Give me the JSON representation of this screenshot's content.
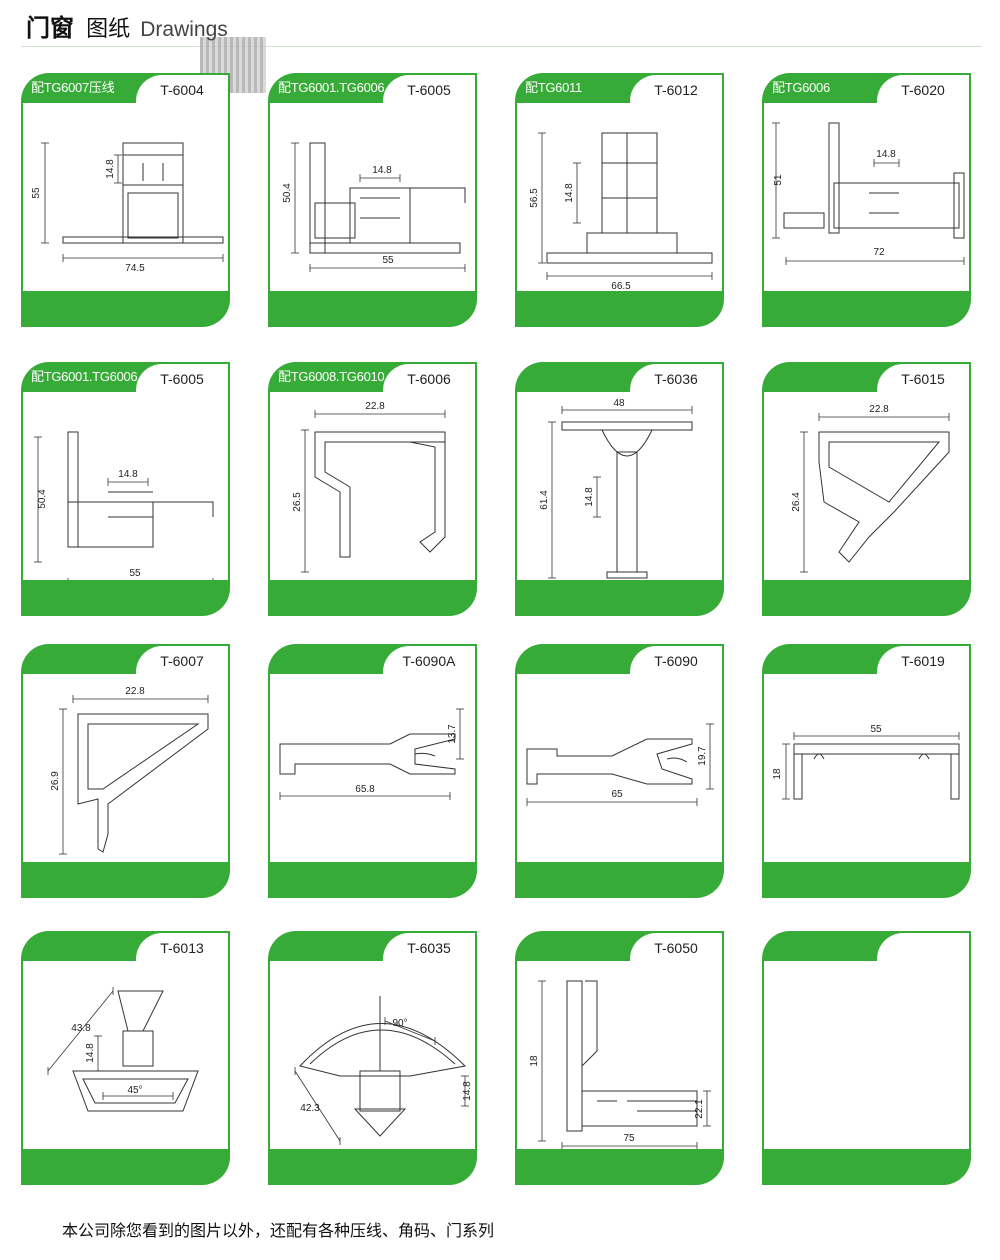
{
  "header": {
    "title_bold": "门窗",
    "title_sub": "图纸",
    "title_en": "Drawings"
  },
  "colors": {
    "accent": "#37ab37"
  },
  "cards": [
    {
      "prefix": "配TG6007压线",
      "code": "T-6004",
      "dims": [
        "55",
        "14.8",
        "74.5"
      ]
    },
    {
      "prefix": "配TG6001.TG6006",
      "code": "T-6005",
      "dims": [
        "50.4",
        "14.8",
        "55"
      ]
    },
    {
      "prefix": "配TG6011",
      "code": "T-6012",
      "dims": [
        "56.5",
        "14.8",
        "66.5"
      ]
    },
    {
      "prefix": "配TG6006",
      "code": "T-6020",
      "dims": [
        "51",
        "14.8",
        "72"
      ]
    },
    {
      "prefix": "配TG6001.TG6006",
      "code": "T-6005",
      "dims": [
        "50.4",
        "14.8",
        "55"
      ]
    },
    {
      "prefix": "配TG6008.TG6010",
      "code": "T-6006",
      "dims": [
        "22.8",
        "26.5"
      ]
    },
    {
      "prefix": "",
      "code": "T-6036",
      "dims": [
        "48",
        "61.4",
        "14.8"
      ]
    },
    {
      "prefix": "",
      "code": "T-6015",
      "dims": [
        "22.8",
        "26.4"
      ]
    },
    {
      "prefix": "",
      "code": "T-6007",
      "dims": [
        "22.8",
        "26.9"
      ]
    },
    {
      "prefix": "",
      "code": "T-6090A",
      "dims": [
        "13.7",
        "65.8"
      ]
    },
    {
      "prefix": "",
      "code": "T-6090",
      "dims": [
        "19.7",
        "65"
      ]
    },
    {
      "prefix": "",
      "code": "T-6019",
      "dims": [
        "55",
        "18"
      ]
    },
    {
      "prefix": "",
      "code": "T-6013",
      "dims": [
        "43.8",
        "14.8",
        "45°"
      ]
    },
    {
      "prefix": "",
      "code": "T-6035",
      "dims": [
        "90°",
        "42.3",
        "14.8"
      ]
    },
    {
      "prefix": "",
      "code": "T-6050",
      "dims": [
        "18",
        "22.1",
        "75"
      ]
    },
    {
      "prefix": "",
      "code": "",
      "dims": []
    }
  ],
  "footer_note": "本公司除您看到的图片以外，还配有各种压线、角码、门系列"
}
